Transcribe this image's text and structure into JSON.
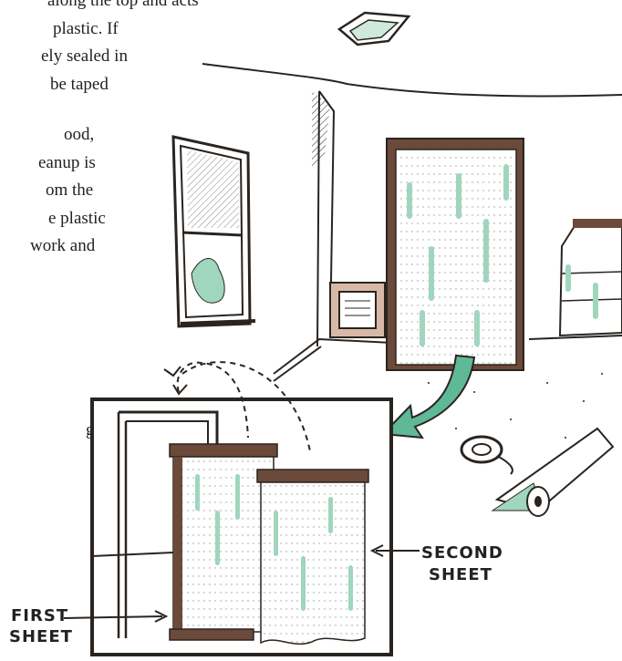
{
  "text_fragments": {
    "line1": "along the top and acts",
    "line2": "plastic.  If",
    "line3": "ely sealed in",
    "line4": "be taped",
    "line5": "ood,",
    "line6": "eanup is",
    "line7": "om the",
    "line8": "e  plastic",
    "line9": "work and",
    "line10": "g"
  },
  "labels": {
    "first_sheet_1": "FIRST",
    "first_sheet_2": "SHEET",
    "second_sheet_1": "SECOND",
    "second_sheet_2": "SHEET"
  },
  "colors": {
    "ink": "#2a2420",
    "wood": "#6b4a3a",
    "mint": "#9fd6bd",
    "arrow": "#5fb898"
  }
}
